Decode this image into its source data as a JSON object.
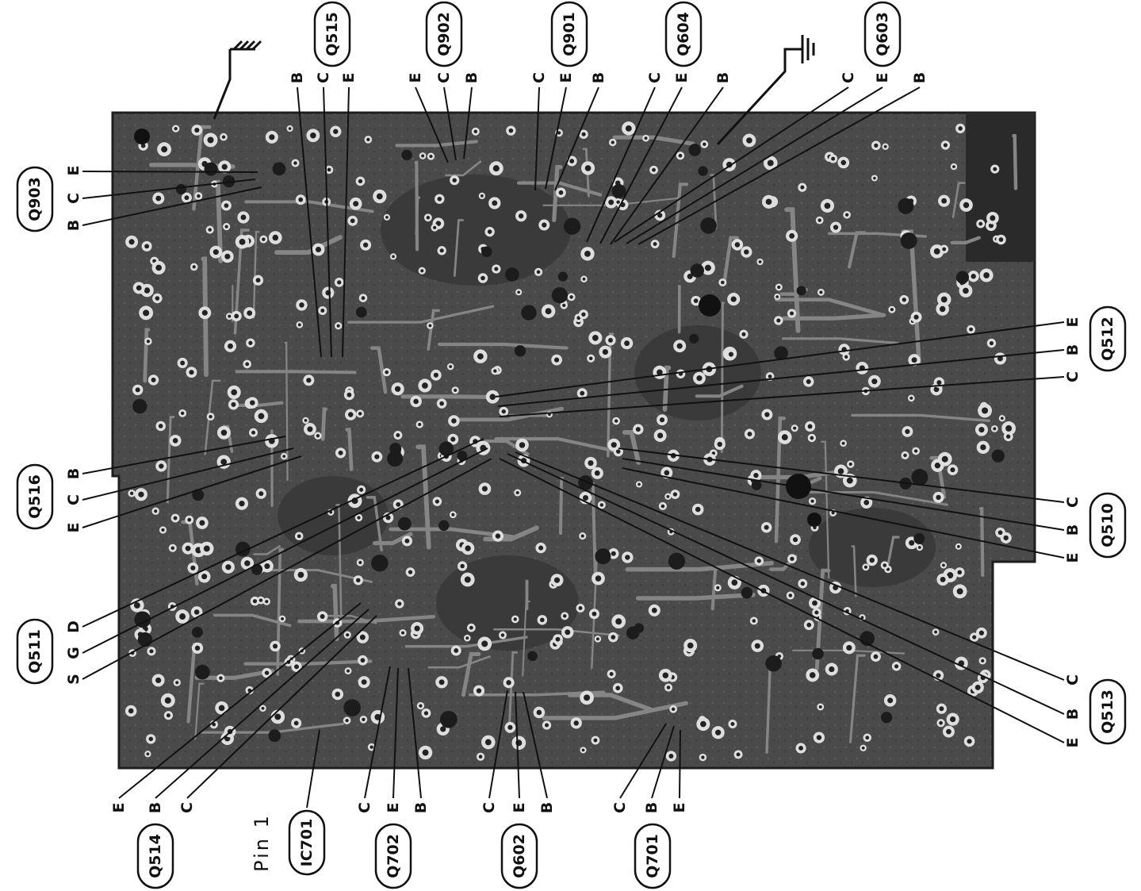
{
  "transistors": [
    {
      "id": "q903",
      "name": "Q903",
      "pins": [
        "B",
        "C",
        "E"
      ]
    },
    {
      "id": "q515",
      "name": "Q515",
      "pins": [
        "B",
        "C",
        "E"
      ]
    },
    {
      "id": "q902",
      "name": "Q902",
      "pins": [
        "E",
        "C",
        "B"
      ]
    },
    {
      "id": "q901",
      "name": "Q901",
      "pins": [
        "C",
        "E",
        "B"
      ]
    },
    {
      "id": "q604",
      "name": "Q604",
      "pins": [
        "C",
        "E",
        "B"
      ]
    },
    {
      "id": "q603",
      "name": "Q603",
      "pins": [
        "C",
        "E",
        "B"
      ]
    },
    {
      "id": "q512",
      "name": "Q512",
      "pins": [
        "E",
        "B",
        "C"
      ]
    },
    {
      "id": "q510",
      "name": "Q510",
      "pins": [
        "C",
        "B",
        "E"
      ]
    },
    {
      "id": "q513",
      "name": "Q513",
      "pins": [
        "C",
        "B",
        "E"
      ]
    },
    {
      "id": "q516",
      "name": "Q516",
      "pins": [
        "B",
        "C",
        "E"
      ]
    },
    {
      "id": "q511",
      "name": "Q511",
      "pins": [
        "D",
        "G",
        "S"
      ]
    },
    {
      "id": "q514",
      "name": "Q514",
      "pins": [
        "E",
        "B",
        "C"
      ]
    },
    {
      "id": "ic701",
      "name": "IC701",
      "pins": []
    },
    {
      "id": "q702",
      "name": "Q702",
      "pins": [
        "C",
        "E",
        "B"
      ]
    },
    {
      "id": "q602",
      "name": "Q602",
      "pins": [
        "C",
        "E",
        "B"
      ]
    },
    {
      "id": "q701",
      "name": "Q701",
      "pins": [
        "C",
        "B",
        "E"
      ]
    }
  ],
  "pin1_label": "Pin 1",
  "colors": {
    "board": "#4a4a4a",
    "board_dark": "#262626",
    "trace": "#8c8c8c",
    "pad": "#e6e6e6",
    "ink": "#111111"
  }
}
